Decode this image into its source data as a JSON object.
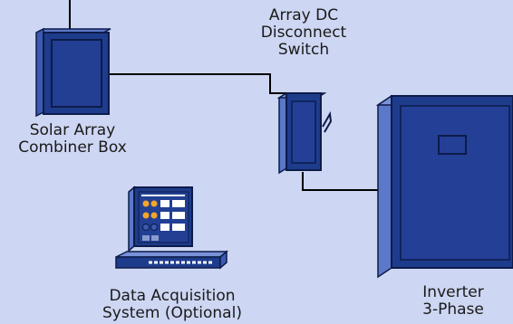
{
  "labels": {
    "disconnect_switch": [
      "Array DC",
      "Disconnect",
      "Switch"
    ],
    "combiner_box": [
      "Solar Array",
      "Combiner Box"
    ],
    "data_acquisition": [
      "Data Acquisition",
      "System (Optional)"
    ],
    "inverter": [
      "Inverter",
      "3-Phase"
    ]
  },
  "colors": {
    "background": "#cdd6f2",
    "box_face": "#1e3c8c",
    "box_side": "#5b78c9",
    "box_edge": "#0d1b4a",
    "wire": "#000000",
    "inner_panel": "#243f96",
    "indicator_orange": "#f1a52a",
    "indicator_white": "#ffffff"
  }
}
